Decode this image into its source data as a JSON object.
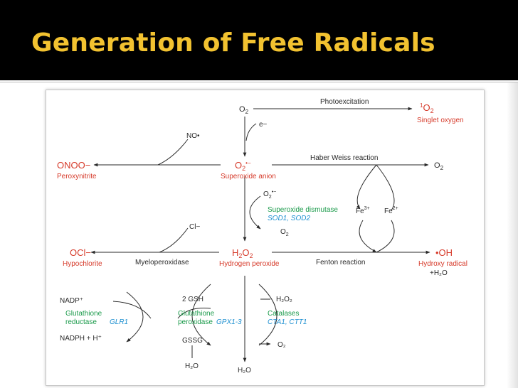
{
  "slide": {
    "title": "Generation of Free Radicals"
  },
  "colors": {
    "title": "#f2c230",
    "red": "#d63a2a",
    "green": "#1a9a4a",
    "blue": "#1c8fd0",
    "ink": "#2a2a2a"
  },
  "diagram": {
    "o2_top": "O",
    "o2_top_sub": "2",
    "photoexcitation": "Photoexcitation",
    "singlet_sup": "1",
    "singlet_o": "O",
    "singlet_sub": "2",
    "singlet_oxygen": "Singlet oxygen",
    "electron": "e−",
    "no_radical": "NO•",
    "onoo": "ONOO−",
    "peroxynitrite": "Peroxynitrite",
    "superoxide_o": "O",
    "superoxide_sub": "2",
    "superoxide_sup": "•−",
    "superoxide_anion": "Superoxide anion",
    "haber_weiss": "Haber Weiss reaction",
    "o2_right": "O",
    "o2_right_sub": "2",
    "sod_in_o": "O",
    "sod_in_sub": "2",
    "sod_in_sup": "•−",
    "superoxide_dismutase": "Superoxide dismutase",
    "sod_genes": "SOD1, SOD2",
    "sod_out_o": "O",
    "sod_out_sub": "2",
    "fe3_base": "Fe",
    "fe3_sup": "3+",
    "fe2_base": "Fe",
    "fe2_sup": "2+",
    "chloride": "Cl−",
    "ocl": "OCl−",
    "hypochlorite": "Hypochlorite",
    "myeloperoxidase": "Myeloperoxidase",
    "h2o2_h": "H",
    "h2o2_s1": "2",
    "h2o2_o": "O",
    "h2o2_s2": "2",
    "hydrogen_peroxide": "Hydrogen peroxide",
    "fenton": "Fenton reaction",
    "oh": "•OH",
    "hydroxy_radical": "Hydroxy radical",
    "plus_h2o": "+H₂O",
    "nadp": "NADP⁺",
    "glutathione_left": "Glutathione",
    "reductase": "reductase",
    "glr1": "GLR1",
    "nadph": "NADPH + H⁺",
    "two_gsh": "2 GSH",
    "glutathione_mid": "Glutathione",
    "peroxidase": "peroxidase",
    "gpx": "GPX1-3",
    "gssg": "GSSG",
    "h2o_left": "H₂O",
    "h2o2_cat": "H₂O₂",
    "catalases": "Catalases",
    "cta": "CTA1, CTT1",
    "o2_cat": "O₂",
    "h2o_bottom": "H₂O"
  }
}
